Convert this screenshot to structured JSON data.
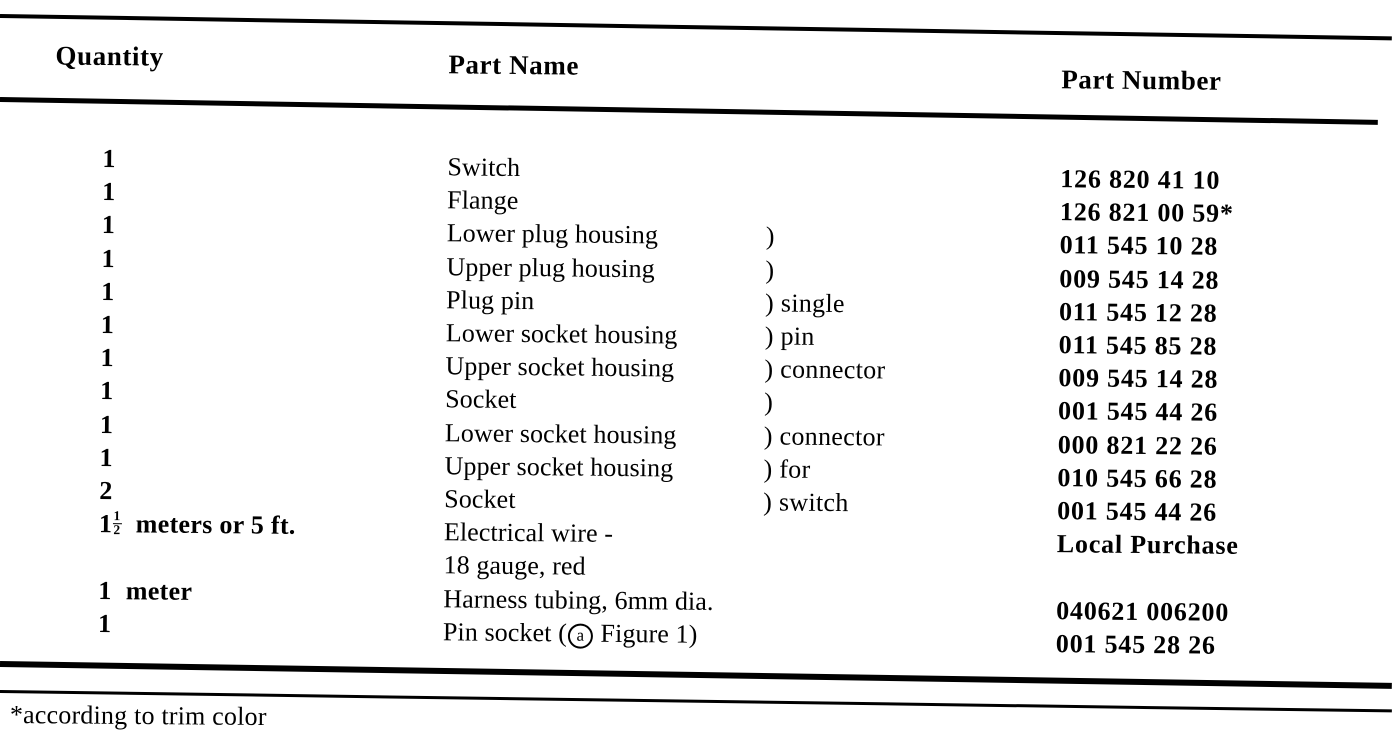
{
  "document": {
    "type": "parts-list-table",
    "columns": [
      "Quantity",
      "Part Name",
      "Part Number"
    ],
    "footnote": "*according to trim color"
  },
  "headers": {
    "quantity": "Quantity",
    "part_name": "Part Name",
    "part_number": "Part Number"
  },
  "rows": [
    {
      "qty": "1",
      "qty_unit": "",
      "name": "Switch",
      "brace": "",
      "number": "126  820  41  10"
    },
    {
      "qty": "1",
      "qty_unit": "",
      "name": "Flange",
      "brace": "",
      "number": "126  821  00  59*"
    },
    {
      "qty": "1",
      "qty_unit": "",
      "name": "Lower plug housing",
      "brace": ")",
      "number": "011  545  10  28"
    },
    {
      "qty": "1",
      "qty_unit": "",
      "name": "Upper plug housing",
      "brace": ")",
      "number": "009  545  14  28"
    },
    {
      "qty": "1",
      "qty_unit": "",
      "name": "Plug pin",
      "brace": ") single",
      "number": "011  545  12  28"
    },
    {
      "qty": "1",
      "qty_unit": "",
      "name": "Lower socket housing",
      "brace": ") pin",
      "number": "011  545  85  28"
    },
    {
      "qty": "1",
      "qty_unit": "",
      "name": "Upper socket housing",
      "brace": ") connector",
      "number": "009  545  14  28"
    },
    {
      "qty": "1",
      "qty_unit": "",
      "name": "Socket",
      "brace": ")",
      "number": "001  545  44  26"
    },
    {
      "qty": "1",
      "qty_unit": "",
      "name": "Lower socket housing",
      "brace": ") connector",
      "number": "000  821  22  26"
    },
    {
      "qty": "1",
      "qty_unit": "",
      "name": "Upper socket housing",
      "brace": ") for",
      "number": "010  545  66  28"
    },
    {
      "qty": "2",
      "qty_unit": "",
      "name": "Socket",
      "brace": ") switch",
      "number": "001  545  44  26"
    },
    {
      "qty": "1½",
      "qty_unit": "meters or 5 ft.",
      "name": "Electrical wire -",
      "brace": "",
      "number": "Local Purchase"
    },
    {
      "qty": "",
      "qty_unit": "",
      "name": "18 gauge, red",
      "brace": "",
      "number": ""
    },
    {
      "qty": "1",
      "qty_unit": "meter",
      "name": "Harness tubing, 6mm dia.",
      "brace": "",
      "number": "040621  006200"
    },
    {
      "qty": "1",
      "qty_unit": "",
      "name": "Pin socket (ⓐ Figure 1)",
      "brace": "",
      "number": "001  545  28  26"
    }
  ],
  "special": {
    "fraction_row_index": 11,
    "fraction_whole": "1",
    "fraction_numerator": "1",
    "fraction_denominator": "2",
    "circled_row_index": 14,
    "circled_glyph": "a",
    "circled_prefix": "Pin socket (",
    "circled_suffix": " Figure 1)"
  },
  "colors": {
    "ink": "#000000",
    "paper": "#ffffff"
  }
}
